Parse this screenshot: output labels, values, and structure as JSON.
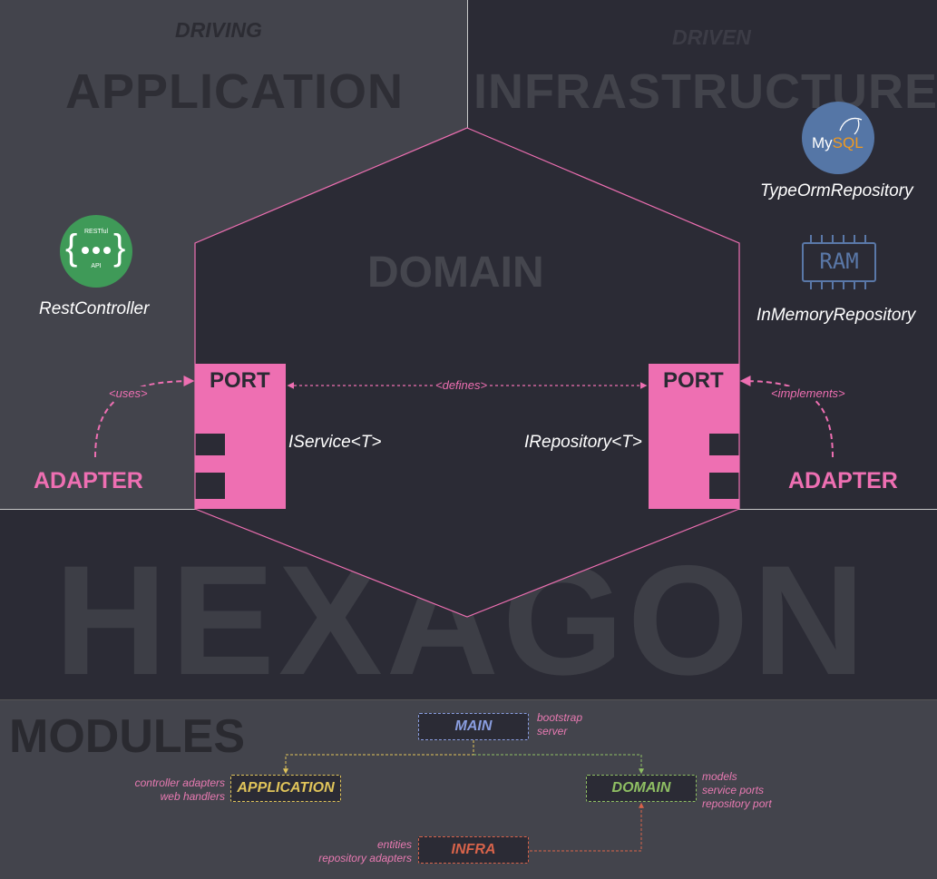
{
  "sections": {
    "driving": "DRIVING",
    "application": "APPLICATION",
    "driven": "DRIVEN",
    "infrastructure": "INFRASTRUCTURE",
    "domain": "DOMAIN",
    "hexagon": "HEXAGON",
    "modules": "MODULES"
  },
  "left": {
    "icon_label": "RESTful",
    "icon_sub": "API",
    "controller": "RestController",
    "port": "PORT",
    "adapter": "ADAPTER",
    "uses": "<uses>",
    "service": "IService<T>"
  },
  "right": {
    "mysql_my": "My",
    "mysql_sql": "SQL",
    "ram": "RAM",
    "typeorm": "TypeOrmRepository",
    "inmemory": "InMemoryRepository",
    "port": "PORT",
    "adapter": "ADAPTER",
    "implements": "<implements>",
    "repository": "IRepository<T>"
  },
  "center": {
    "defines": "<defines>"
  },
  "modules": {
    "main": {
      "label": "MAIN",
      "notes": [
        "bootstrap",
        "server"
      ]
    },
    "application": {
      "label": "APPLICATION",
      "notes": [
        "controller adapters",
        "web handlers"
      ]
    },
    "domain": {
      "label": "DOMAIN",
      "notes": [
        "models",
        "service ports",
        "repository port"
      ]
    },
    "infra": {
      "label": "INFRA",
      "notes": [
        "entities",
        "repository adapters"
      ]
    }
  },
  "colors": {
    "pink": "#ee6fb2",
    "main": "#8a9ee0",
    "application": "#e0c45a",
    "domain": "#8fbf63",
    "infra": "#d8634a"
  }
}
